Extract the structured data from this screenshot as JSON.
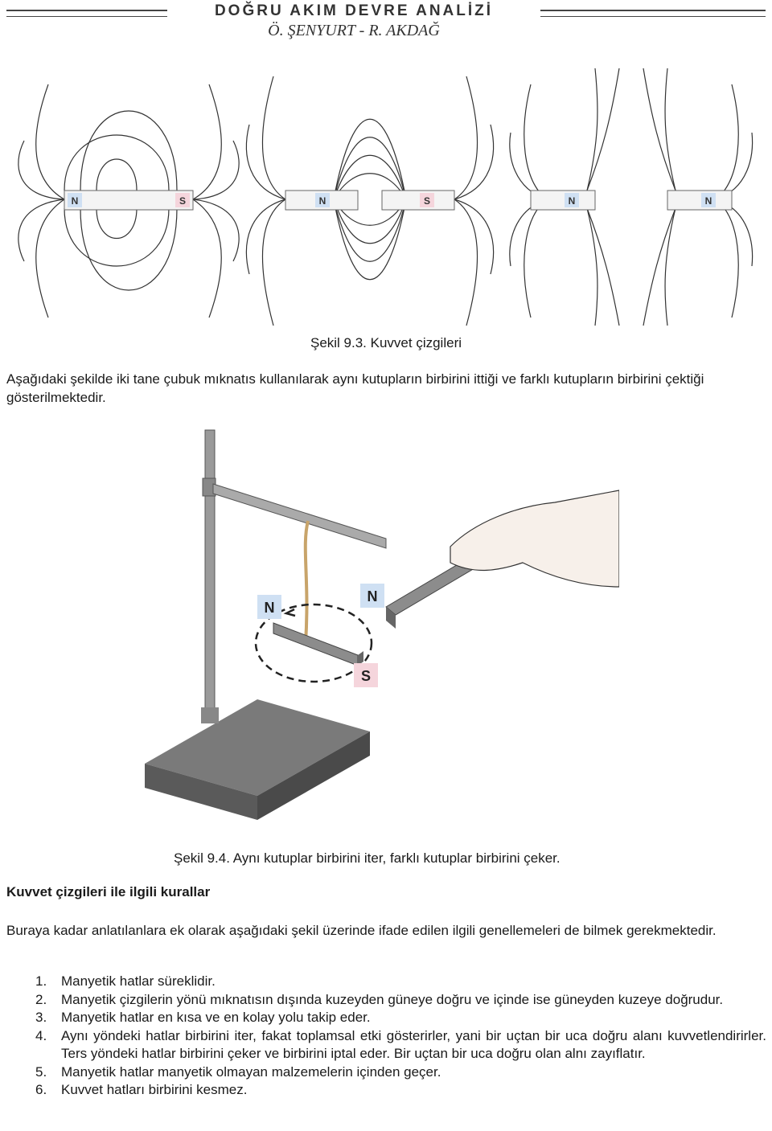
{
  "header": {
    "title": "DOĞRU AKIM DEVRE ANALİZİ",
    "authors": "Ö. ŞENYURT - R. AKDAĞ"
  },
  "figure1": {
    "caption": "Şekil 9.3. Kuvvet çizgileri",
    "magnets": [
      {
        "left_pole": "N",
        "right_pole": "S"
      },
      {
        "left_pole": "N",
        "right_pole": "S"
      },
      {
        "left_pole": "N",
        "right_pole": "N"
      }
    ]
  },
  "intro_text": "Aşağıdaki şekilde iki tane çubuk mıknatıs kullanılarak aynı kutupların birbirini ittiği ve farklı kutupların birbirini çektiği gösterilmektedir.",
  "figure2": {
    "caption": "Şekil 9.4. Aynı kutuplar birbirini iter, farklı kutuplar birbirini çeker.",
    "labels": {
      "hanging_north": "N",
      "hand_north": "N",
      "hanging_south": "S"
    }
  },
  "section_heading": "Kuvvet çizgileri ile ilgili kurallar",
  "section_intro": "Buraya kadar anlatılanlara ek olarak aşağıdaki şekil üzerinde ifade edilen ilgili genellemeleri de bilmek gerekmektedir.",
  "rules": [
    {
      "num": "1.",
      "text": "Manyetik hatlar süreklidir."
    },
    {
      "num": "2.",
      "text": "Manyetik çizgilerin yönü mıknatısın dışında kuzeyden güneye doğru ve içinde ise güneyden kuzeye doğrudur."
    },
    {
      "num": "3.",
      "text": "Manyetik hatlar en kısa ve en kolay yolu takip eder."
    },
    {
      "num": "4.",
      "text": "Aynı yöndeki hatlar birbirini iter, fakat toplamsal etki gösterirler, yani bir uçtan bir uca doğru alanı kuvvetlendirirler. Ters yöndeki hatlar birbirini çeker ve birbirini iptal eder. Bir uçtan bir uca doğru olan alnı zayıflatır."
    },
    {
      "num": "5.",
      "text": "Manyetik hatlar manyetik olmayan malzemelerin içinden geçer."
    },
    {
      "num": "6.",
      "text": "Kuvvet hatları birbirini kesmez."
    }
  ]
}
